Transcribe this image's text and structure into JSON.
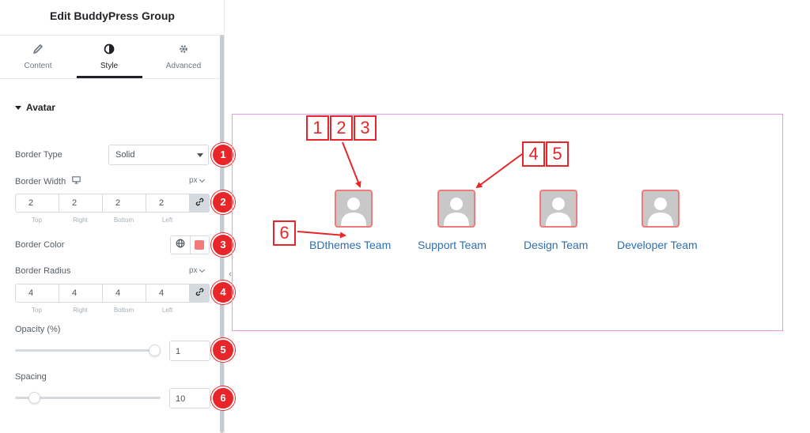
{
  "panel": {
    "title": "Edit BuddyPress Group",
    "tabs": [
      {
        "label": "Content",
        "icon": "pencil-icon"
      },
      {
        "label": "Style",
        "icon": "half-circle-icon",
        "active": true
      },
      {
        "label": "Advanced",
        "icon": "gear-icon"
      }
    ],
    "section_title": "Avatar",
    "border_type": {
      "label": "Border Type",
      "value": "Solid"
    },
    "border_width": {
      "label": "Border Width",
      "unit": "px",
      "values": [
        "2",
        "2",
        "2",
        "2"
      ]
    },
    "border_color": {
      "label": "Border Color",
      "value": "#f17a7a"
    },
    "border_radius": {
      "label": "Border Radius",
      "unit": "px",
      "values": [
        "4",
        "4",
        "4",
        "4"
      ]
    },
    "dim_labels": [
      "Top",
      "Right",
      "Bottom",
      "Left"
    ],
    "opacity": {
      "label": "Opacity (%)",
      "value": "1",
      "level": 1.0
    },
    "spacing": {
      "label": "Spacing",
      "value": "10",
      "level": 0.1
    }
  },
  "badges": [
    "1",
    "2",
    "3",
    "4",
    "5",
    "6"
  ],
  "preview": {
    "members": [
      {
        "name": "BDthemes Team"
      },
      {
        "name": "Support Team"
      },
      {
        "name": "Design Team"
      },
      {
        "name": "Developer Team"
      }
    ],
    "callouts": {
      "group_a": [
        "1",
        "2",
        "3"
      ],
      "group_b": [
        "4",
        "5"
      ],
      "group_c": [
        "6"
      ]
    }
  },
  "colors": {
    "accent": "#e8262a",
    "avatar_border": "#f17a7a",
    "link": "#2f6fb0",
    "preview_border": "#e79ae6"
  }
}
